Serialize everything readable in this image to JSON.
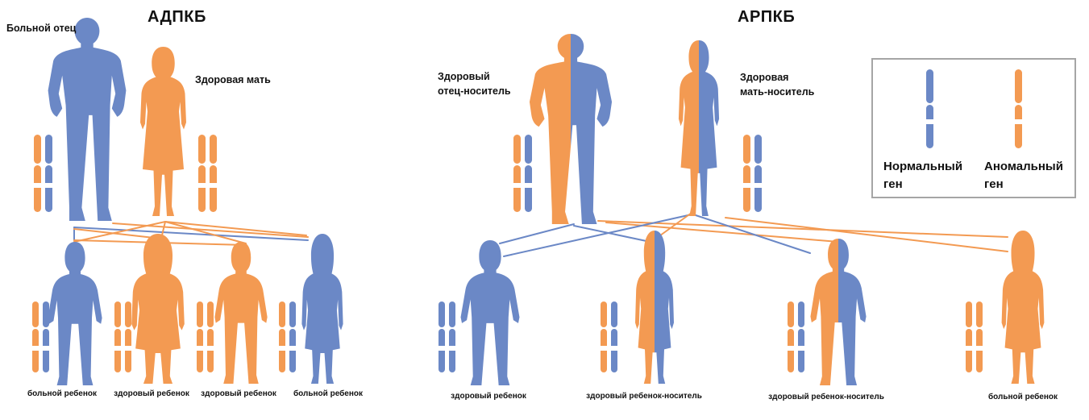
{
  "colors": {
    "normal": "#6b88c6",
    "abnormal": "#f39a52",
    "border": "#a5a5a5"
  },
  "adpkb": {
    "title": "АДПКБ",
    "father_label": "Больной отец",
    "mother_label": "Здоровая мать",
    "children": [
      "больной ребенок",
      "здоровый ребенок",
      "здоровый ребенок",
      "больной ребенок"
    ]
  },
  "arpkb": {
    "title": "АРПКБ",
    "father_label": [
      "Здоровый",
      "отец-носитель"
    ],
    "mother_label": [
      "Здоровая",
      "мать-носитель"
    ],
    "children": [
      "здоровый ребенок",
      "здоровый ребенок-носитель",
      "здоровый ребенок-носитель",
      "больной ребенок"
    ]
  },
  "legend": {
    "normal_label": [
      "Нормальный",
      "ген"
    ],
    "abnormal_label": [
      "Аномальный",
      "ген"
    ]
  }
}
